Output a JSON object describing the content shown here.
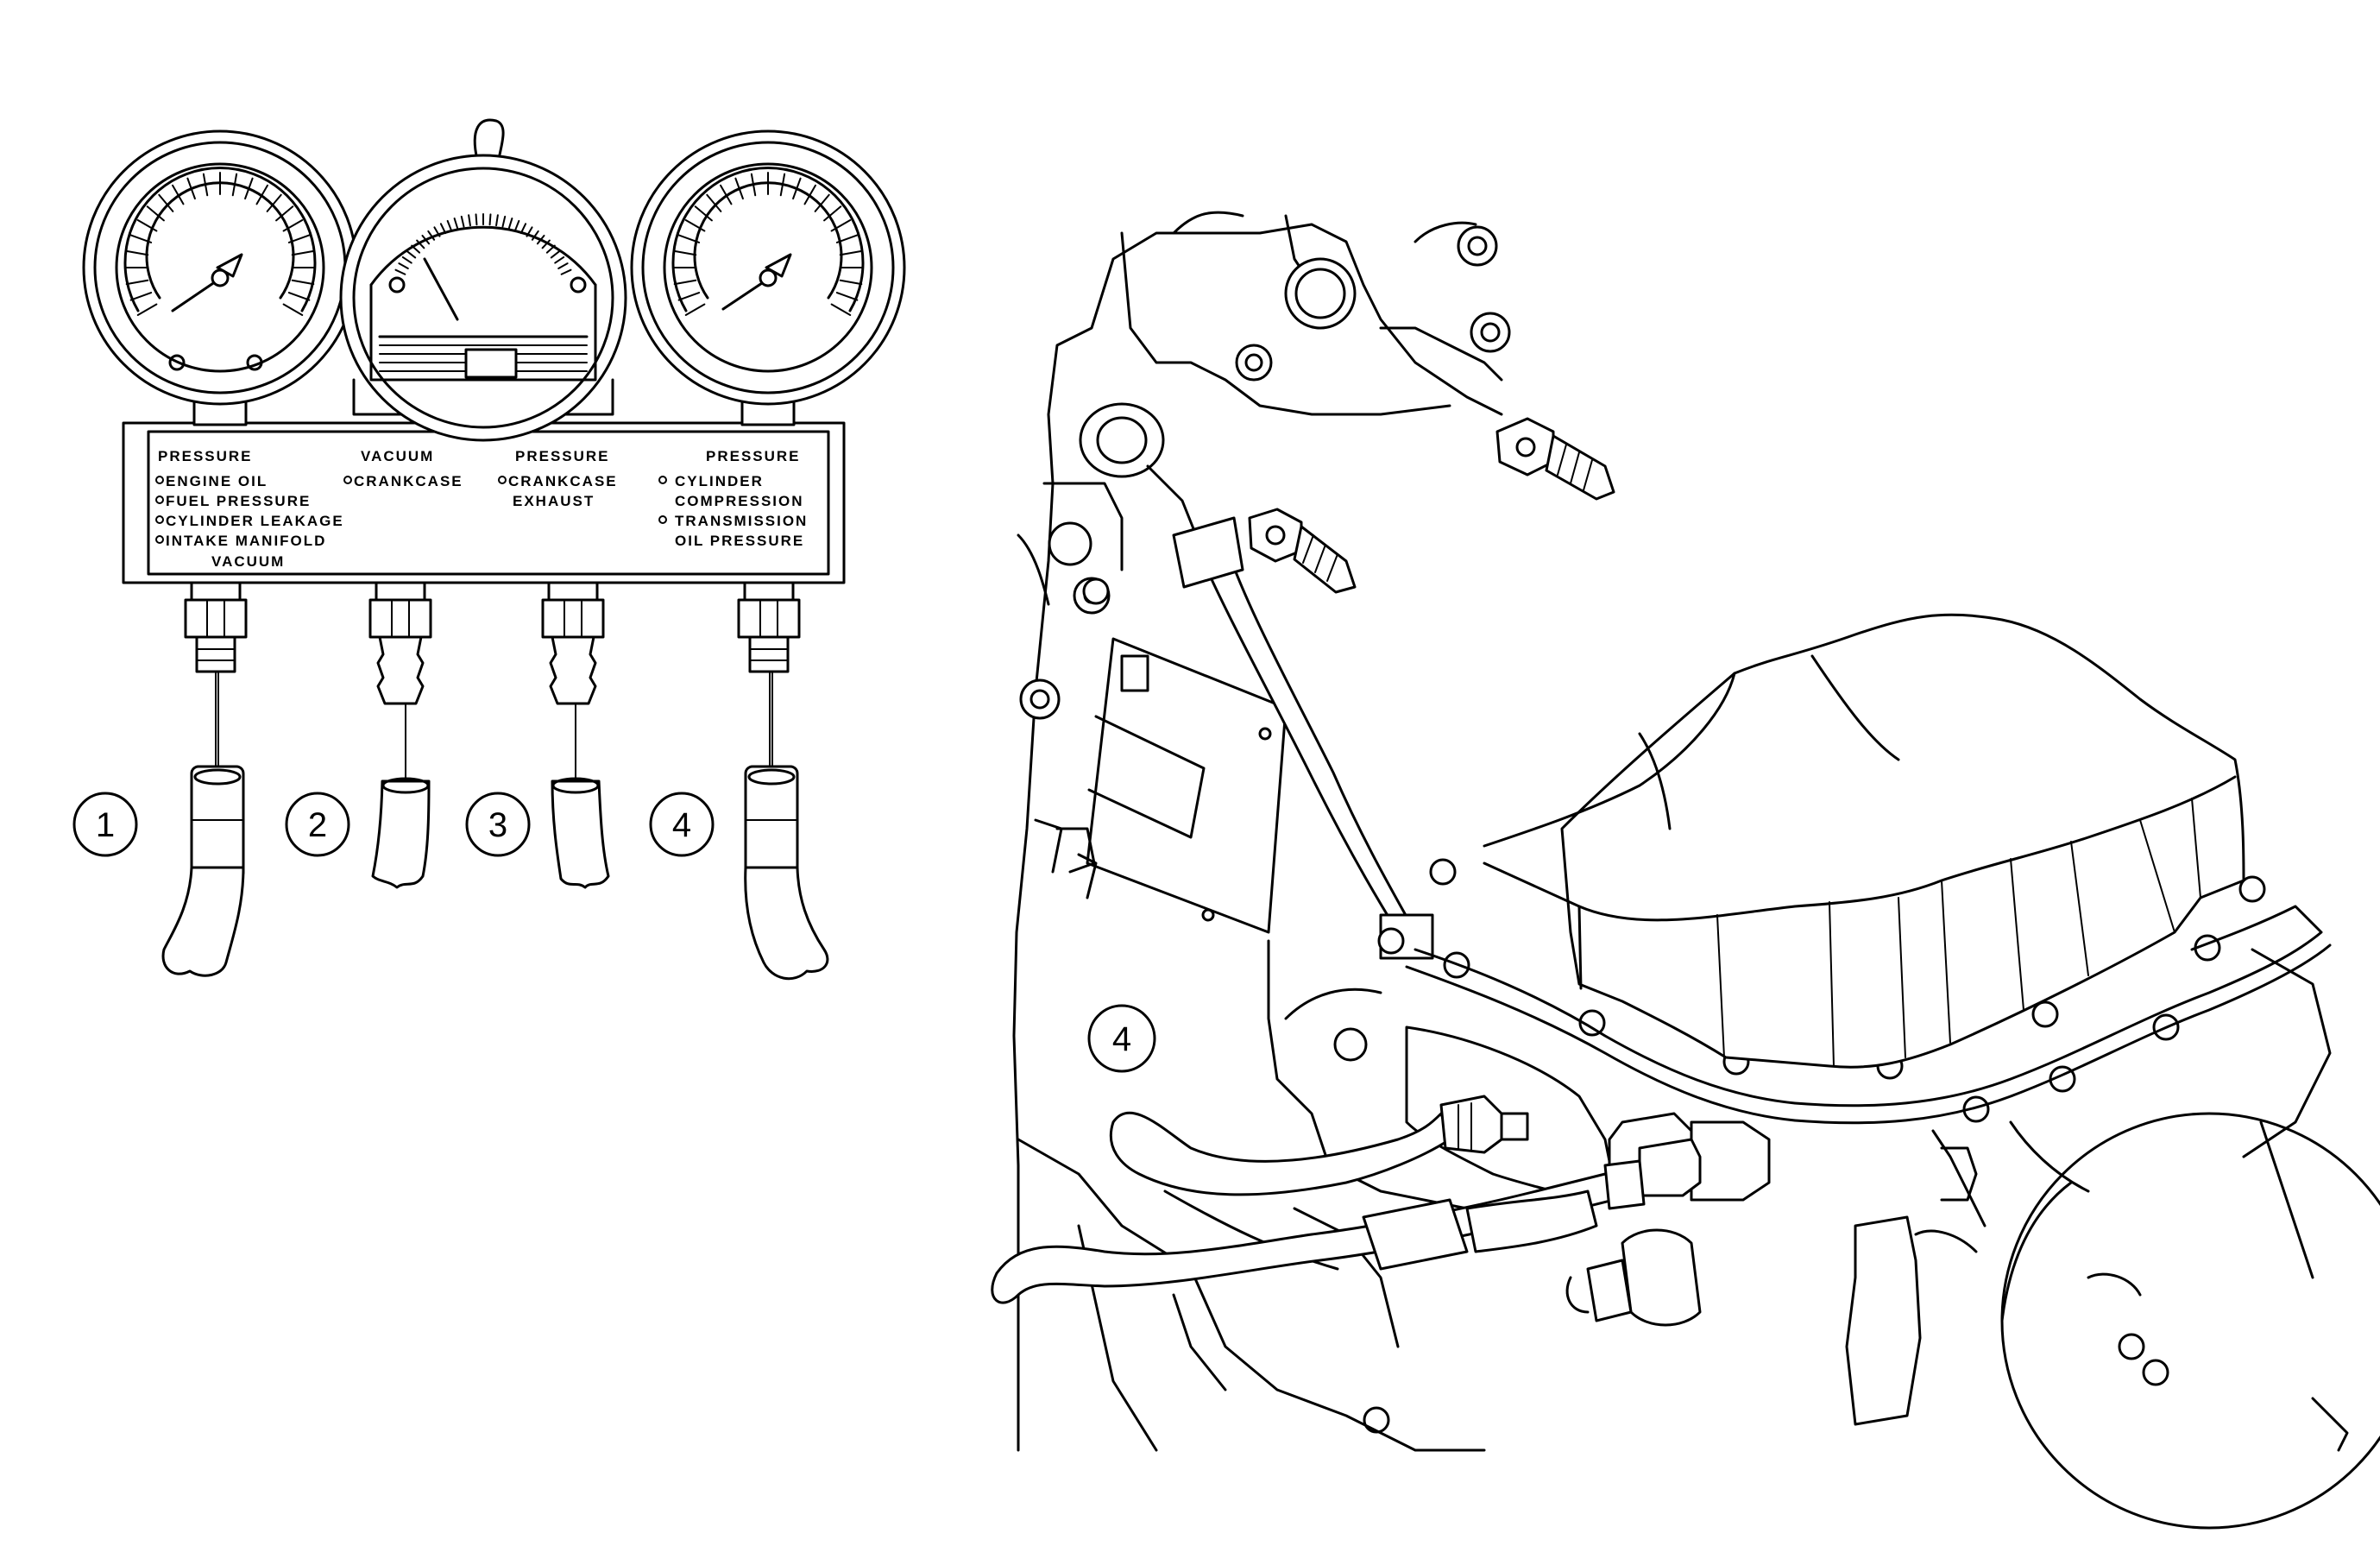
{
  "gauge_panel": {
    "headers": [
      "PRESSURE",
      "VACUUM",
      "PRESSURE",
      "PRESSURE"
    ],
    "col1": [
      "ENGINE OIL",
      "FUEL PRESSURE",
      "CYLINDER LEAKAGE",
      "INTAKE MANIFOLD",
      "VACUUM"
    ],
    "col2": [
      "CRANKCASE"
    ],
    "col3": [
      "CRANKCASE",
      "EXHAUST"
    ],
    "col4": [
      "CYLINDER",
      "COMPRESSION",
      "TRANSMISSION",
      "OIL PRESSURE"
    ]
  },
  "callouts": [
    "1",
    "2",
    "3",
    "4"
  ],
  "engine_callout": "4"
}
